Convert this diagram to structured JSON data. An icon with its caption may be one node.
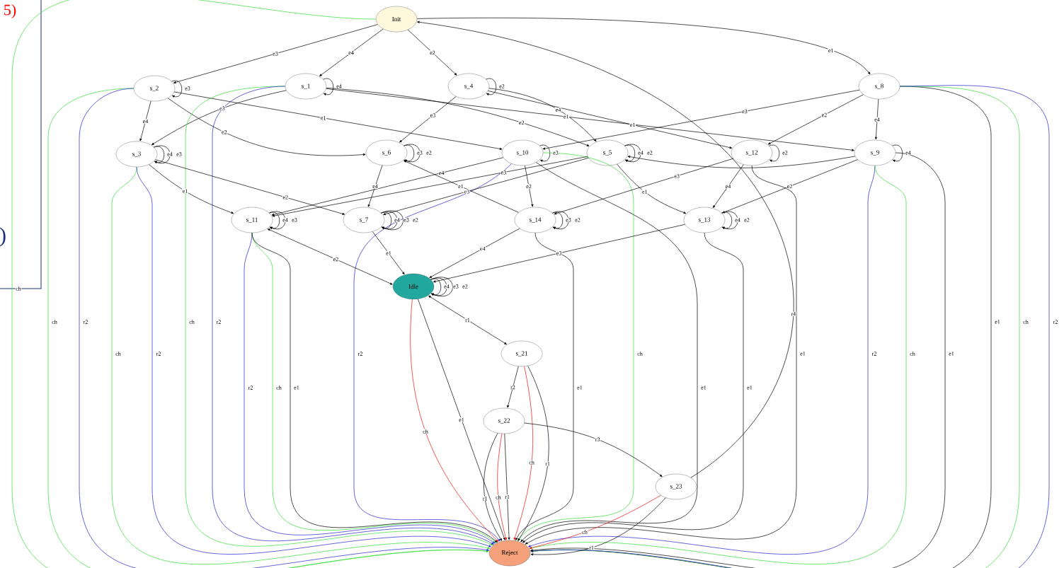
{
  "diagram": {
    "nodes": [
      {
        "text": [
          "Init"
        ]
      },
      {
        "text": [
          "s_2"
        ]
      },
      {
        "text": [
          "s_1"
        ]
      },
      {
        "text": [
          "s_4"
        ]
      },
      {
        "text": [
          "s_8"
        ]
      },
      {
        "text": [
          "s_3"
        ]
      },
      {
        "text": [
          "s_6"
        ]
      },
      {
        "text": [
          "s_10"
        ]
      },
      {
        "text": [
          "s_5"
        ]
      },
      {
        "text": [
          "s_12"
        ]
      },
      {
        "text": [
          "s_9"
        ]
      },
      {
        "text": [
          "s_11"
        ]
      },
      {
        "text": [
          "s_7"
        ]
      },
      {
        "text": [
          "s_14"
        ]
      },
      {
        "text": [
          "s_13"
        ]
      },
      {
        "text": [
          "Idle"
        ]
      },
      {
        "text": [
          "s_21"
        ]
      },
      {
        "text": [
          "s_22"
        ]
      },
      {
        "text": [
          "s_23"
        ]
      },
      {
        "text": [
          "Reject"
        ]
      }
    ],
    "edges": [
      {
        "from": 0,
        "to": 1,
        "arrow": "to",
        "label": "e3"
      },
      {
        "from": 0,
        "to": 2,
        "arrow": "to",
        "label": "e4"
      },
      {
        "from": 0,
        "to": 3,
        "arrow": "to",
        "label": "e2"
      },
      {
        "from": 0,
        "to": 4,
        "arrow": "to",
        "label": "e1"
      },
      {
        "from": 0,
        "to": 19,
        "arrow": "to",
        "label": "ch",
        "color": "#33dd33"
      },
      {
        "from": 1,
        "to": 1,
        "arrow": "to",
        "label": "e3"
      },
      {
        "from": 1,
        "to": 5,
        "arrow": "to",
        "label": "e4"
      },
      {
        "from": 1,
        "to": 6,
        "arrow": "to",
        "label": "e2"
      },
      {
        "from": 1,
        "to": 7,
        "arrow": "to",
        "label": "e1"
      },
      {
        "from": 1,
        "to": 19,
        "arrow": "to",
        "label": "ch",
        "color": "#33dd33"
      },
      {
        "from": 1,
        "to": 19,
        "arrow": "to",
        "label": "r2",
        "color": "#2222cc"
      },
      {
        "from": 2,
        "to": 2,
        "arrow": "to",
        "label": "e4"
      },
      {
        "from": 2,
        "to": 5,
        "arrow": "to",
        "label": "e3"
      },
      {
        "from": 2,
        "to": 8,
        "arrow": "to",
        "label": "e2"
      },
      {
        "from": 2,
        "to": 10,
        "arrow": "to",
        "label": "e1"
      },
      {
        "from": 2,
        "to": 19,
        "arrow": "to",
        "label": "ch",
        "color": "#33dd33"
      },
      {
        "from": 2,
        "to": 19,
        "arrow": "to",
        "label": "r2",
        "color": "#2222cc"
      },
      {
        "from": 3,
        "to": 3,
        "arrow": "to",
        "label": "e2"
      },
      {
        "from": 3,
        "to": 6,
        "arrow": "to",
        "label": "e3"
      },
      {
        "from": 3,
        "to": 8,
        "arrow": "to",
        "label": "e4"
      },
      {
        "from": 3,
        "to": 9,
        "arrow": "to",
        "label": "e1"
      },
      {
        "from": 4,
        "to": 7,
        "arrow": "to",
        "label": "e3"
      },
      {
        "from": 4,
        "to": 9,
        "arrow": "to",
        "label": "e2"
      },
      {
        "from": 4,
        "to": 10,
        "arrow": "to",
        "label": "e4"
      },
      {
        "from": 4,
        "to": 19,
        "arrow": "to",
        "label": "e1"
      },
      {
        "from": 4,
        "to": 19,
        "arrow": "to",
        "label": "ch",
        "color": "#33dd33"
      },
      {
        "from": 4,
        "to": 19,
        "arrow": "to",
        "label": "r2",
        "color": "#2222cc"
      },
      {
        "from": 5,
        "to": 5,
        "arrow": "to",
        "label": "e4"
      },
      {
        "from": 5,
        "to": 5,
        "arrow": "to",
        "label": "e3"
      },
      {
        "from": 5,
        "to": 11,
        "arrow": "to",
        "label": "e1"
      },
      {
        "from": 5,
        "to": 12,
        "arrow": "to",
        "label": "e2"
      },
      {
        "from": 5,
        "to": 19,
        "arrow": "to",
        "label": "ch",
        "color": "#33dd33"
      },
      {
        "from": 5,
        "to": 19,
        "arrow": "to",
        "label": "r2",
        "color": "#2222cc"
      },
      {
        "from": 6,
        "to": 6,
        "arrow": "to",
        "label": "e3"
      },
      {
        "from": 6,
        "to": 6,
        "arrow": "to",
        "label": "e2"
      },
      {
        "from": 6,
        "to": 12,
        "arrow": "to",
        "label": "e4"
      },
      {
        "from": 7,
        "to": 7,
        "arrow": "to",
        "label": "e3"
      },
      {
        "from": 7,
        "to": 11,
        "arrow": "to",
        "label": "e4"
      },
      {
        "from": 7,
        "to": 13,
        "arrow": "to",
        "label": "e2"
      },
      {
        "from": 7,
        "to": 19,
        "arrow": "to",
        "label": "r2",
        "color": "#2222cc"
      },
      {
        "from": 7,
        "to": 19,
        "arrow": "to",
        "label": "ch",
        "color": "#33dd33"
      },
      {
        "from": 7,
        "to": 19,
        "arrow": "to",
        "label": "e1"
      },
      {
        "from": 8,
        "to": 8,
        "arrow": "to",
        "label": "e4"
      },
      {
        "from": 8,
        "to": 8,
        "arrow": "to",
        "label": "e2"
      },
      {
        "from": 8,
        "to": 11,
        "arrow": "to",
        "label": "e3"
      },
      {
        "from": 8,
        "to": 12,
        "arrow": "to",
        "label": "e3"
      },
      {
        "from": 8,
        "to": 14,
        "arrow": "to",
        "label": "e1"
      },
      {
        "from": 9,
        "to": 9,
        "arrow": "to",
        "label": "e2"
      },
      {
        "from": 9,
        "to": 14,
        "arrow": "to",
        "label": "e4"
      },
      {
        "from": 9,
        "to": 13,
        "arrow": "to",
        "label": "e3"
      },
      {
        "from": 9,
        "to": 19,
        "arrow": "to",
        "label": "e1"
      },
      {
        "from": 10,
        "to": 10,
        "arrow": "to",
        "label": "e4"
      },
      {
        "from": 10,
        "to": 14,
        "arrow": "to",
        "label": "e2"
      },
      {
        "from": 10,
        "to": 8,
        "arrow": "to"
      },
      {
        "from": 10,
        "to": 19,
        "arrow": "to",
        "label": "r2",
        "color": "#2222cc"
      },
      {
        "from": 10,
        "to": 19,
        "arrow": "to",
        "label": "ch",
        "color": "#33dd33"
      },
      {
        "from": 10,
        "to": 19,
        "arrow": "to",
        "label": "e1"
      },
      {
        "from": 11,
        "to": 11,
        "arrow": "to",
        "label": "e4"
      },
      {
        "from": 11,
        "to": 11,
        "arrow": "to",
        "label": "e3"
      },
      {
        "from": 11,
        "to": 15,
        "arrow": "both",
        "label": "e2"
      },
      {
        "from": 11,
        "to": 19,
        "arrow": "to",
        "label": "r2",
        "color": "#2222cc"
      },
      {
        "from": 11,
        "to": 19,
        "arrow": "to",
        "label": "ch",
        "color": "#33dd33"
      },
      {
        "from": 11,
        "to": 19,
        "arrow": "to",
        "label": "e1"
      },
      {
        "from": 12,
        "to": 12,
        "arrow": "to",
        "label": "e4"
      },
      {
        "from": 12,
        "to": 12,
        "arrow": "to",
        "label": "e3"
      },
      {
        "from": 12,
        "to": 12,
        "arrow": "to",
        "label": "e2"
      },
      {
        "from": 12,
        "to": 15,
        "arrow": "to",
        "label": "e1"
      },
      {
        "from": 13,
        "to": 13,
        "arrow": "to",
        "label": "e3"
      },
      {
        "from": 13,
        "to": 13,
        "arrow": "to",
        "label": "e2"
      },
      {
        "from": 13,
        "to": 6,
        "arrow": "to",
        "label": "e1"
      },
      {
        "from": 13,
        "to": 15,
        "arrow": "to",
        "label": "e4"
      },
      {
        "from": 13,
        "to": 19,
        "arrow": "to",
        "label": "e1"
      },
      {
        "from": 14,
        "to": 14,
        "arrow": "to",
        "label": "e4"
      },
      {
        "from": 14,
        "to": 14,
        "arrow": "to",
        "label": "e2"
      },
      {
        "from": 14,
        "to": 15,
        "arrow": "to",
        "label": "e3"
      },
      {
        "from": 14,
        "to": 19,
        "arrow": "to",
        "label": "e1"
      },
      {
        "from": 15,
        "to": 15,
        "arrow": "to",
        "label": "e4"
      },
      {
        "from": 15,
        "to": 15,
        "arrow": "to",
        "label": "e3"
      },
      {
        "from": 15,
        "to": 15,
        "arrow": "to",
        "label": "e2"
      },
      {
        "from": 15,
        "to": 16,
        "arrow": "both",
        "label": "r1"
      },
      {
        "from": 15,
        "to": 19,
        "arrow": "to",
        "label": "ch",
        "color": "#ee1111"
      },
      {
        "from": 15,
        "to": 19,
        "arrow": "to",
        "label": "e1"
      },
      {
        "from": 16,
        "to": 17,
        "arrow": "to",
        "label": "r2"
      },
      {
        "from": 16,
        "to": 19,
        "arrow": "to",
        "label": "ch",
        "color": "#ee1111"
      },
      {
        "from": 16,
        "to": 19,
        "arrow": "to",
        "label": "r1"
      },
      {
        "from": 17,
        "to": 19,
        "arrow": "to",
        "label": "r1"
      },
      {
        "from": 17,
        "to": 19,
        "arrow": "to",
        "label": "ch",
        "color": "#ee1111"
      },
      {
        "from": 17,
        "to": 19,
        "arrow": "to",
        "label": "r1"
      },
      {
        "from": 17,
        "to": 18,
        "arrow": "to",
        "label": "r3"
      },
      {
        "from": 18,
        "to": 0,
        "arrow": "to",
        "label": "r4"
      },
      {
        "from": 18,
        "to": 19,
        "arrow": "to",
        "label": "ch",
        "color": "#ee1111"
      },
      {
        "from": 18,
        "to": 19,
        "arrow": "to",
        "label": "r1"
      }
    ],
    "labels": [
      "5)",
      ")"
    ]
  }
}
